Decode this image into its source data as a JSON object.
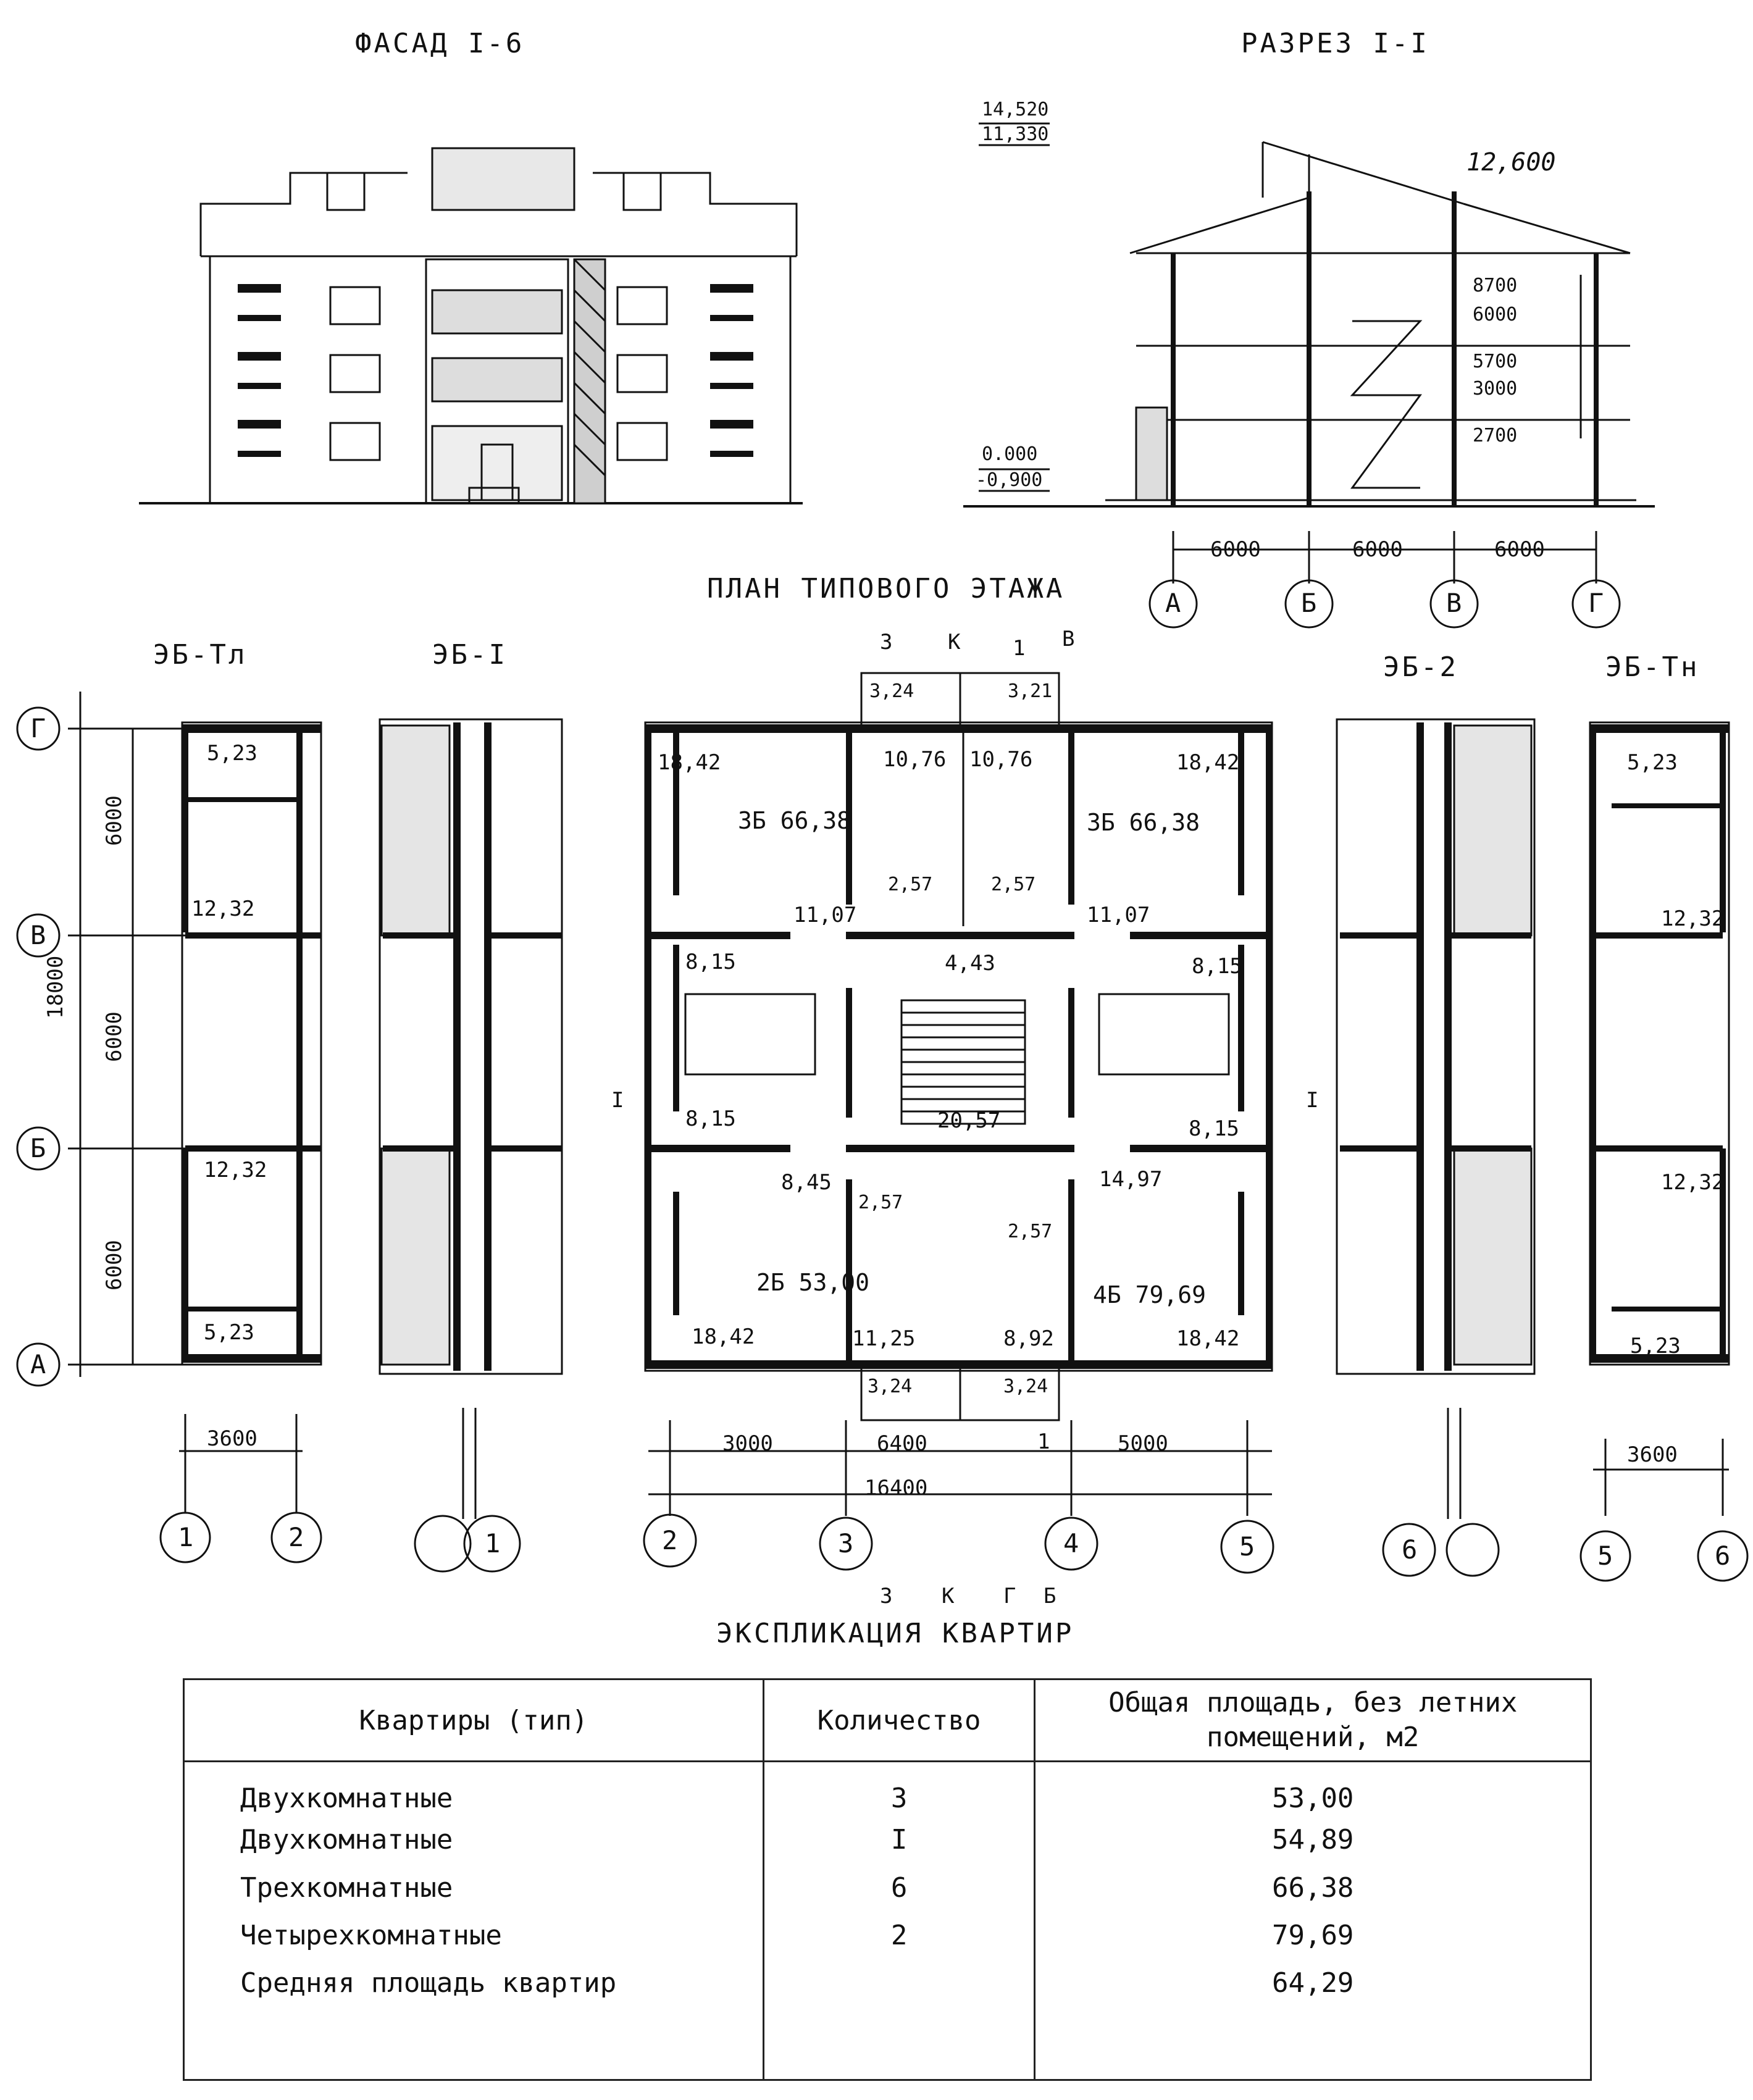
{
  "titles": {
    "facade": "ФАСАД I-6",
    "section": "РАЗРЕЗ I-I",
    "plan": "ПЛАН ТИПОВОГО ЭТАЖА",
    "explication": "ЭКСПЛИКАЦИЯ КВАРТИР"
  },
  "blocks": {
    "ebtl": "ЭБ-Тл",
    "eb1": "ЭБ-I",
    "eb2": "ЭБ-2",
    "ebtn": "ЭБ-Тн"
  },
  "section": {
    "elev_top1": "14,520",
    "elev_top2": "11,330",
    "elev_ridge": "12,600",
    "elev_zero": "0.000",
    "elev_ground": "-0,900",
    "lvl_8700": "8700",
    "lvl_6000": "6000",
    "lvl_5700": "5700",
    "lvl_3000": "3000",
    "lvl_2700": "2700",
    "span1": "6000",
    "span2": "6000",
    "span3": "6000",
    "axes": [
      "А",
      "Б",
      "В",
      "Г"
    ]
  },
  "plan": {
    "row_axes": [
      "Г",
      "В",
      "Б",
      "А"
    ],
    "left_dims": {
      "total": "18000",
      "d1": "6000",
      "d2": "6000",
      "d3": "6000"
    },
    "bottom_dims": {
      "ebtl": "3600",
      "d_3000": "3000",
      "d_6400": "6400",
      "d_5000": "5000",
      "total": "16400",
      "ebtn": "3600"
    },
    "bottom_axes": {
      "a1": "1",
      "a2": "2",
      "a1b": "1",
      "a2b": "2",
      "a3": "3",
      "a4": "4",
      "a5": "5",
      "a5b": "5",
      "a6": "6",
      "a6b": "6"
    },
    "markers": {
      "z": "3",
      "k": "К",
      "one": "1",
      "v": "В",
      "g": "Г",
      "b": "Б",
      "t": "I"
    },
    "rooms": {
      "ebtl_top": "5,23",
      "ebtl_mid": "12,32",
      "ebtl_low": "12,32",
      "ebtl_bot": "5,23",
      "balc_tl": "3,24",
      "balc_tr": "3,21",
      "balc_bl": "3,24",
      "balc_br": "3,24",
      "r_1842_a": "18,42",
      "r_1076_a": "10,76",
      "r_1076_b": "10,76",
      "r_1842_b": "18,42",
      "apt_3b_l": "3Б 66,38",
      "apt_3b_r": "3Б 66,38",
      "r_257_a": "2,57",
      "r_257_b": "2,57",
      "r_1107_a": "11,07",
      "r_1107_b": "11,07",
      "r_443": "4,43",
      "r_815_a": "8,15",
      "r_815_b": "8,15",
      "r_815_c": "8,15",
      "r_815_d": "8,15",
      "r_2057": "20,57",
      "r_845": "8,45",
      "r_257_c": "2,57",
      "r_1497": "14,97",
      "r_257_d": "2,57",
      "apt_2b": "2Б 53,00",
      "apt_4b": "4Б 79,69",
      "r_1842_c": "18,42",
      "r_1125": "11,25",
      "r_892": "8,92",
      "r_1842_d": "18,42",
      "ebtn_top": "5,23",
      "ebtn_mid": "12,32",
      "ebtn_low": "12,32",
      "ebtn_bot": "5,23"
    }
  },
  "table": {
    "headers": [
      "Квартиры (тип)",
      "Количество",
      "Общая площадь, без летних помещений, м2"
    ],
    "rows": [
      [
        "Двухкомнатные",
        "3",
        "53,00"
      ],
      [
        "Двухкомнатные",
        "I",
        "54,89"
      ],
      [
        "Трехкомнатные",
        "6",
        "66,38"
      ],
      [
        "Четырехкомнатные",
        "2",
        "79,69"
      ],
      [
        "Средняя площадь квартир",
        "",
        "64,29"
      ]
    ]
  }
}
